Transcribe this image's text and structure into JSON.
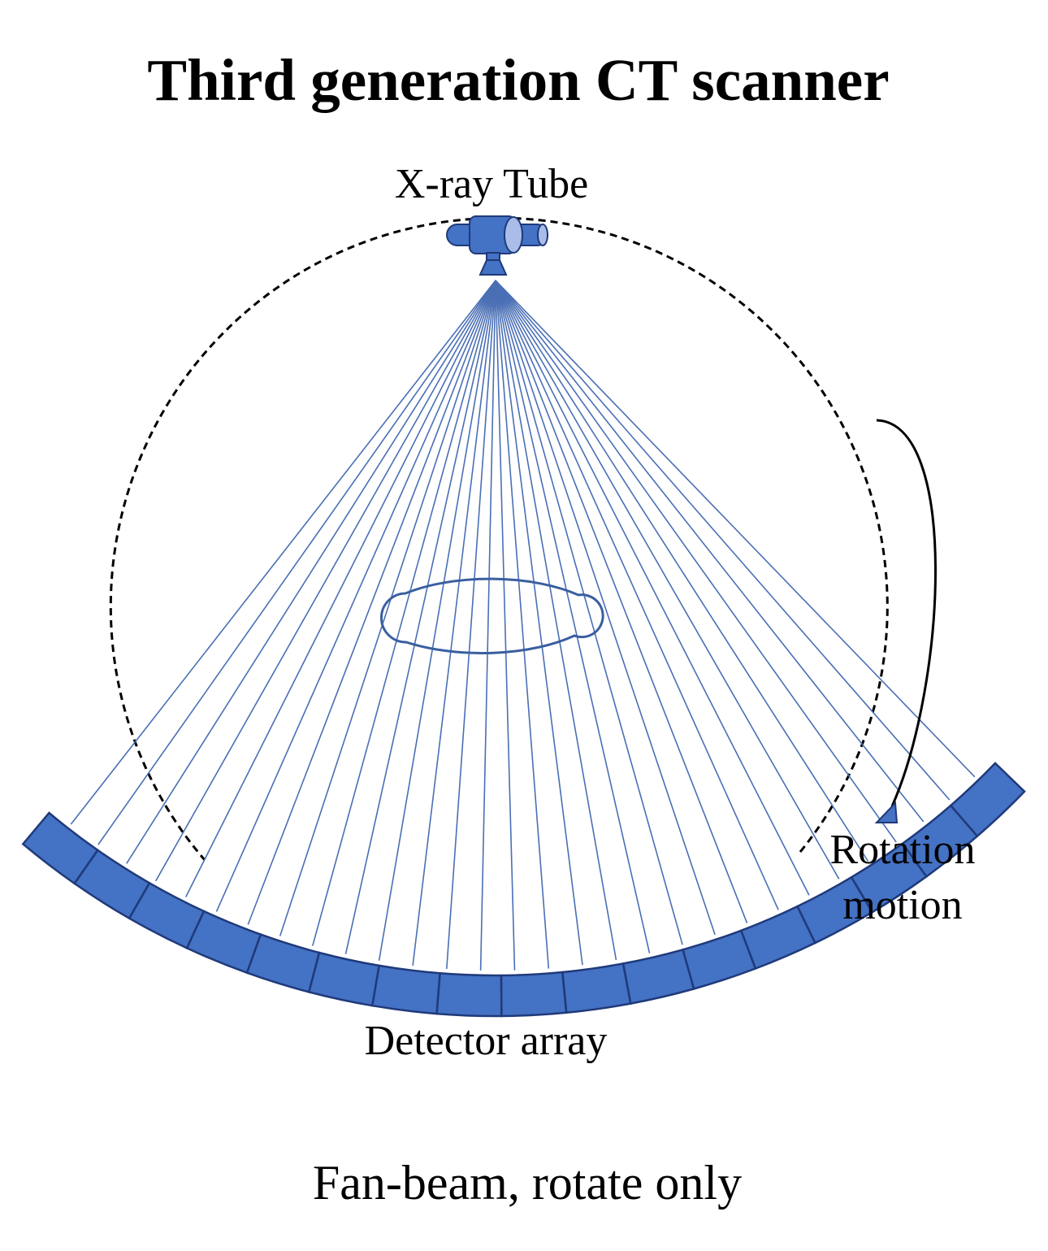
{
  "title": "Third generation CT scanner",
  "labels": {
    "tube": "X-ray Tube",
    "rotation_line1": "Rotation",
    "rotation_line2": "motion",
    "detector": "Detector array"
  },
  "caption": "Fan-beam, rotate only",
  "colors": {
    "accent": "#4472C4",
    "accent_dark": "#1F3A7A",
    "accent_light": "#A9BDE8",
    "beam": "#4A6FB5",
    "outline": "#000000"
  },
  "icons": {
    "tube": "x-ray-tube-icon",
    "arrow": "curved-arrow-icon"
  },
  "detector_cell_count": 17,
  "beam_ray_count": 30
}
